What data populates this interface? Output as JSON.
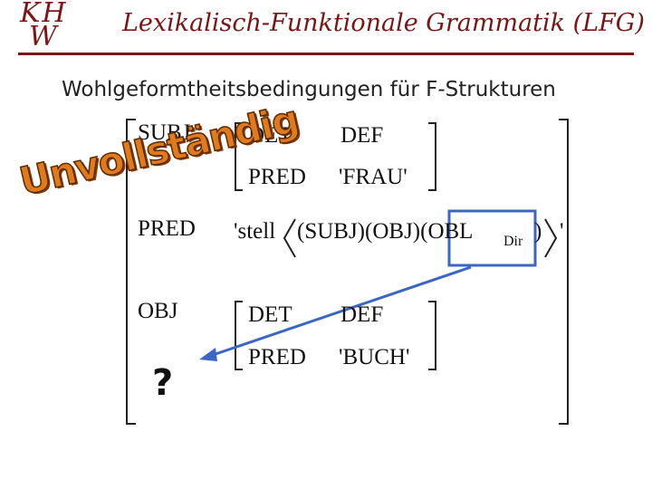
{
  "header": {
    "logo_line1": "KH",
    "logo_line2": "W",
    "title": "Lexikalisch-Funktionale Grammatik (LFG)"
  },
  "slide_title": "Wohlgeformtheitsbedingungen für F-Strukturen",
  "annotation": {
    "text": "Unvollständig",
    "color": "#e07a1a"
  },
  "fstructure": {
    "subj": {
      "attr": "SUBJ",
      "rows": [
        {
          "attr": "DET",
          "value": "DEF"
        },
        {
          "attr": "PRED",
          "value": "'FRAU'"
        }
      ]
    },
    "pred": {
      "attr": "PRED",
      "value_prefix": "'stell",
      "args": "(SUBJ)(OBJ)(OBL",
      "subscript": "Dir",
      "closing_paren": ")",
      "value_suffix": "'"
    },
    "obj": {
      "attr": "OBJ",
      "rows": [
        {
          "attr": "DET",
          "value": "DEF"
        },
        {
          "attr": "PRED",
          "value": "'BUCH'"
        }
      ]
    },
    "missing": "?"
  },
  "highlight_color": "#3a66c4"
}
